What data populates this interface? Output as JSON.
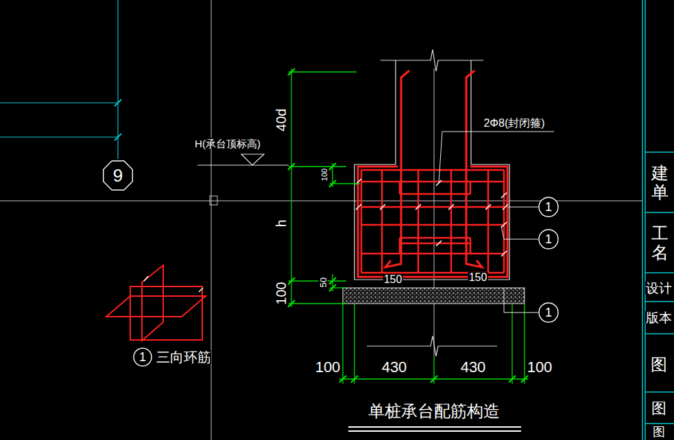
{
  "diagram": {
    "caption": "单桩承台配筋构造",
    "nodes": [
      {
        "text": [
          "9"
        ]
      },
      {
        "text": [
          "1"
        ]
      },
      {
        "text": [
          "1"
        ]
      },
      {
        "text": [
          "1"
        ]
      },
      {
        "text": [
          "1",
          "三向环筋"
        ]
      }
    ],
    "labels": [
      "40d",
      "H(承台顶标高)",
      "100",
      "h",
      "50",
      "100",
      "2Φ8(封闭箍)",
      "150",
      "150",
      "100",
      "430",
      "430",
      "100",
      "建单",
      "工名",
      "设计",
      "版本",
      "图",
      "图",
      "图"
    ]
  }
}
